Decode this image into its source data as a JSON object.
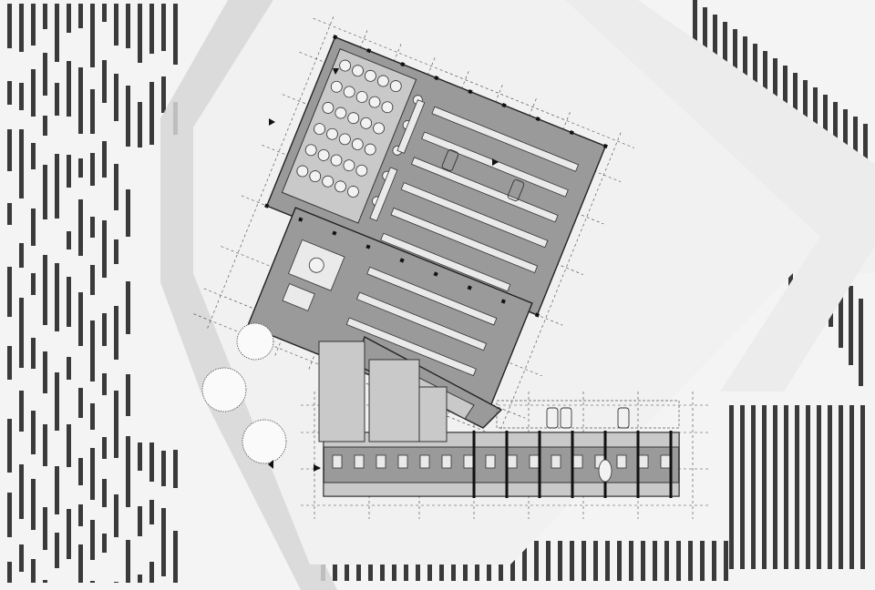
{
  "plan": {
    "name": "winery-site-plan",
    "colors": {
      "background": "#ffffff",
      "road": "#d6d6d6",
      "floor": "#9a9a9a",
      "vine_rows": "#3a3a3a"
    },
    "elements": {
      "vineyard_rows": "vineyard-rows",
      "access_road": "access-road",
      "production_hall": "production-hall",
      "barrel_room": "barrel-room",
      "office_wing": "office-wing",
      "parking": "parking",
      "trees": "trees",
      "structural_grid": "structural-grid"
    }
  }
}
